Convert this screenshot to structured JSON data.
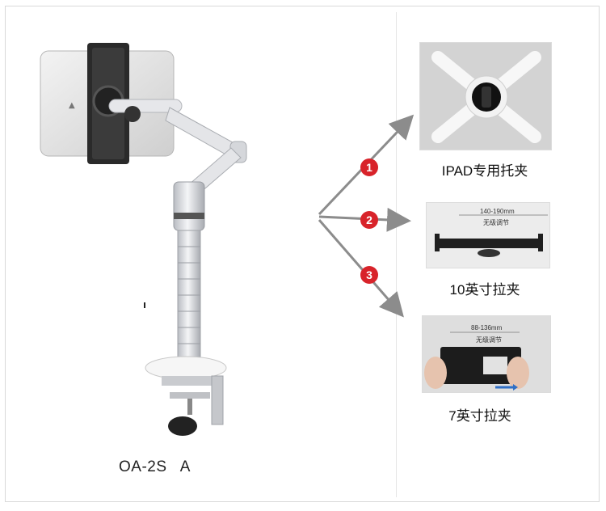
{
  "model": "OA-2S   A",
  "options": [
    {
      "number": "1",
      "label": "IPAD专用托夹"
    },
    {
      "number": "2",
      "label": "10英寸拉夹",
      "range": "140-190mm",
      "note": "无级调节"
    },
    {
      "number": "3",
      "label": "7英寸拉夹",
      "range": "88-136mm",
      "note": "无级调节"
    }
  ],
  "colors": {
    "badge": "#d8232a",
    "arrow": "#8c8c8c",
    "arm": "#d9dbdf"
  }
}
